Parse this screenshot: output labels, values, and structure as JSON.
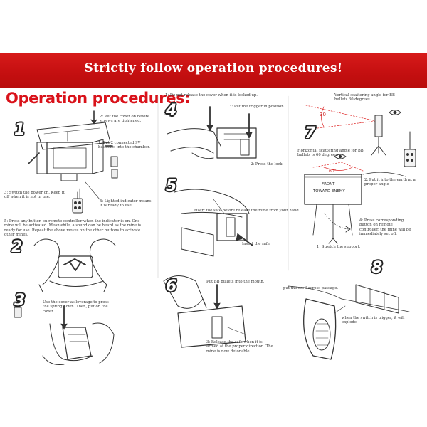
{
  "banner": {
    "title": "Strictly follow operation procedures!"
  },
  "section_title": "Operation procedures:",
  "step_numbers": [
    "1",
    "2",
    "3",
    "4",
    "5",
    "6",
    "7",
    "8"
  ],
  "captions": {
    "put_cover": "2: Put the cover on before screws are tightened.",
    "batteries": "1: Put 2 connected 9V batteries into the chamber.",
    "switch_power": "3: Switch the power on. Keep it off when it is not in use.",
    "indicator": "4: Lighted indicator means it is ready to use.",
    "press_button": "5: Press any button on remote controller when the indicator is on. One mine will be activated. Meanwhile, a sound can be heard as the mine is ready for use. Repeat the above moves on the other buttons to activate other mines.",
    "lever": "Use the cover as leverage to press the spring down. Then, put on the cover",
    "not_release": "1: Do not release the cover when it is locked up.",
    "trigger": "3: Put the trigger in position.",
    "press_lock": "2: Press the lock",
    "insert_safe_release": "Insert the safe before release the mine from your hand.",
    "insert_safe": "Insert the safe",
    "put_bb": "Put BB bullets into the mouth.",
    "release_safe": "3: Release the safe when it is armed at the proper direction. The mine is now detonable.",
    "vertical_angle": "Vertical scattering angle for BB bullets 30 degrees.",
    "horizontal_angle": "Horizontal scattering angle for BB bullets is 60 degrees.",
    "put_earth": "2: Put it into the earth at a proper angle",
    "press_corresponding": "4: Press corresponding button on remote controller, the mine will be immediately set off.",
    "stretch_support": "1: Stretch the support.",
    "cord": "put the cord across passage.",
    "switch_trigger": "when the switch is trigger, it will explode"
  },
  "mine_labels": {
    "front": "FRONT",
    "toward": "TOWARD ENEMY"
  },
  "angles": {
    "vertical": "30",
    "horizontal": "60°"
  },
  "colors": {
    "banner_red": "#c8141a",
    "title_red": "#d9121a"
  },
  "icons": [
    "pointing-arrow-icon",
    "eye-icon",
    "remote-control-icon",
    "finger-icon"
  ]
}
